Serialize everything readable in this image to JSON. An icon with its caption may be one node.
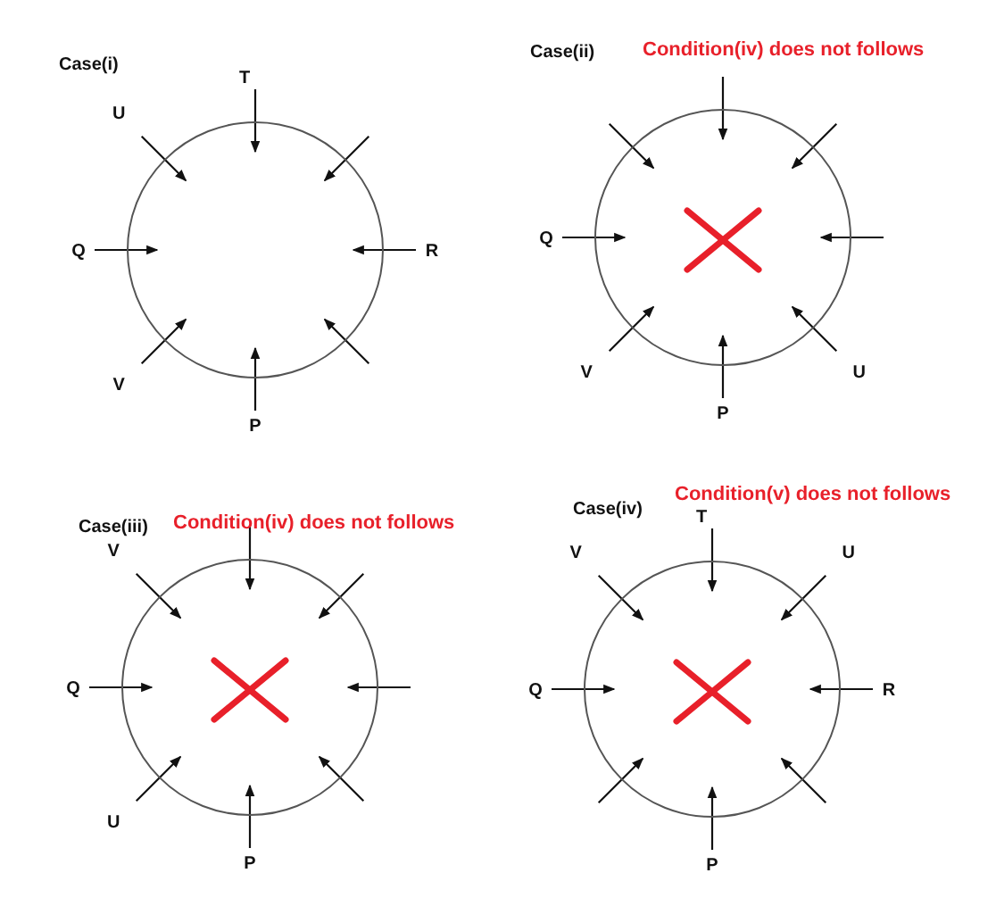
{
  "diagram": {
    "nodes": [
      {
        "text": [
          "Case(i)"
        ]
      },
      {
        "text": [
          "Case(ii)"
        ],
        "beside": [
          "Condition(iv) does not follows"
        ]
      },
      {
        "text": [
          "Case(iii)"
        ],
        "beside": [
          "Condition(iv) does not follows"
        ]
      },
      {
        "text": [
          "Case(iv)"
        ],
        "beside": [
          "Condition(v) does not follows"
        ]
      }
    ],
    "labels": [
      "T",
      "U",
      "R",
      "Q",
      "V",
      "P",
      "Q",
      "V",
      "U",
      "P",
      "V",
      "Q",
      "U",
      "P",
      "T",
      "V",
      "U",
      "R",
      "Q",
      "P"
    ]
  }
}
